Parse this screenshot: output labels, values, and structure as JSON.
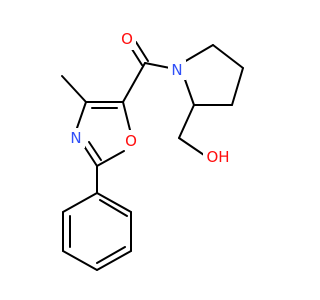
{
  "colors": {
    "background": "#ffffff",
    "bond": "#000000",
    "oxygen": "#ff0d0d",
    "nitrogen": "#3050f8"
  },
  "labels": {
    "carbonyl_oxygen": "O",
    "ring_oxygen": "O",
    "ring_nitrogen": "N",
    "amide_nitrogen": "N",
    "hydroxyl": "OH"
  }
}
